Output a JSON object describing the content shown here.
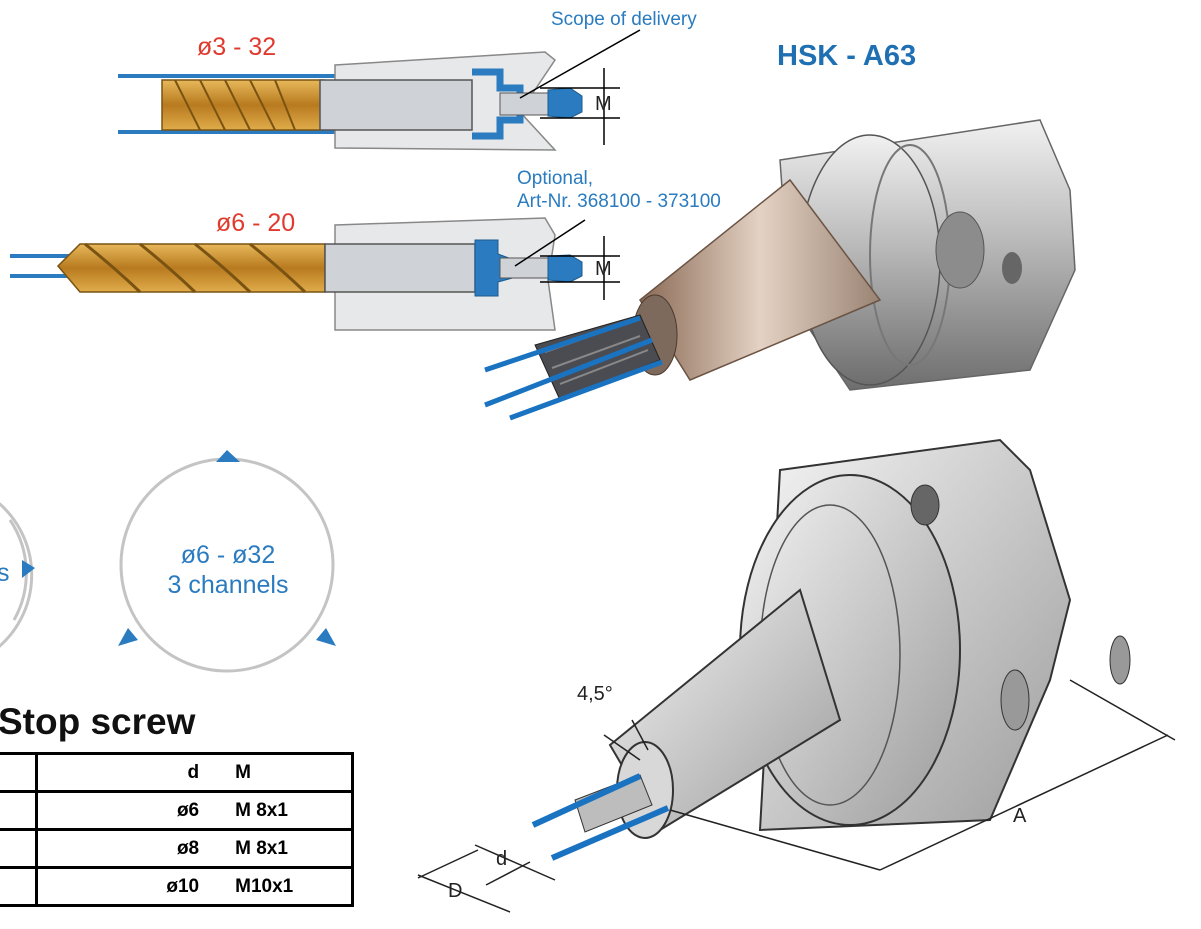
{
  "labels": {
    "scope": "Scope of delivery",
    "diam_top": "ø3 - 32",
    "hsk": "HSK - A63",
    "optional_line1": "Optional,",
    "optional_line2": "Art-Nr. 368100 - 373100",
    "diam_mid": "ø6 - 20",
    "m_top": "M",
    "m_mid": "M",
    "circle_left_partial": "s",
    "circle_right_line1": "ø6 - ø32",
    "circle_right_line2": "3 channels",
    "angle": "4,5°",
    "dim_A": "A",
    "dim_d": "d",
    "dim_D": "D"
  },
  "stop_screw": {
    "title": "Stop screw",
    "headers": [
      "",
      "d",
      "M"
    ],
    "rows": [
      [
        "",
        "ø6",
        "M  8x1"
      ],
      [
        "",
        "ø8",
        "M  8x1"
      ],
      [
        "",
        "ø10",
        "M10x1"
      ]
    ]
  },
  "colors": {
    "accent_blue": "#2a7bbf",
    "label_red": "#e03a2f",
    "tool_gold": "#c8902f",
    "holder_grey": "#cfd2d6"
  }
}
